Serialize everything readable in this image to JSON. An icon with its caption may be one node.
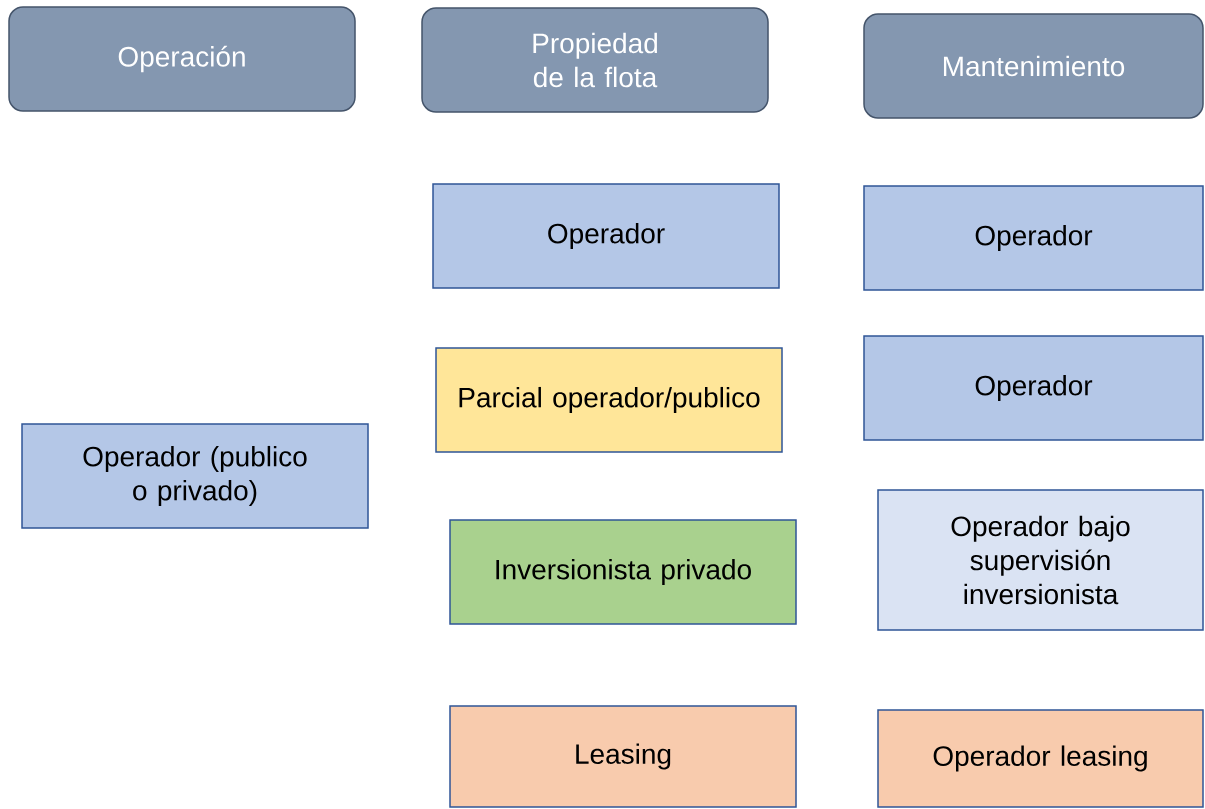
{
  "diagram": {
    "nodes": [
      {
        "text": [
          "Operación"
        ]
      },
      {
        "text": [
          "Propiedad de la flota"
        ]
      },
      {
        "text": [
          "Mantenimiento"
        ]
      },
      {
        "text": [
          "Operador"
        ]
      },
      {
        "text": [
          "Operador"
        ]
      },
      {
        "text": [
          "Parcial operador/publico"
        ]
      },
      {
        "text": [
          "Operador"
        ]
      },
      {
        "text": [
          "Operador (publico o privado)"
        ]
      },
      {
        "text": [
          "Inversionista privado"
        ]
      },
      {
        "text": [
          "Operador bajo supervisión inversionista"
        ]
      },
      {
        "text": [
          "Leasing"
        ]
      },
      {
        "text": [
          "Operador leasing"
        ]
      }
    ]
  }
}
